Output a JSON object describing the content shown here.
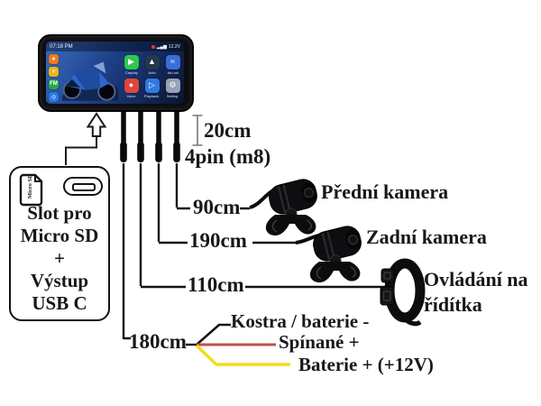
{
  "device": {
    "status": {
      "time": "07:18 PM",
      "battery": "12.2V"
    },
    "side_apps": [
      {
        "name": "launcher",
        "color": "#ef7a1a",
        "glyph": "★"
      },
      {
        "name": "brightness",
        "color": "#efb31a",
        "glyph": "☀"
      },
      {
        "name": "fm-radio",
        "color": "#28a850",
        "glyph": "FM"
      },
      {
        "name": "bluetooth",
        "color": "#2979e8",
        "glyph": "◎"
      }
    ],
    "apps": [
      {
        "label": "Carplay",
        "color": "#2ec84e",
        "glyph": "▶"
      },
      {
        "label": "Auto",
        "color": "#26364f",
        "glyph": "▲"
      },
      {
        "label": "AirLink",
        "color": "#3a6fd8",
        "glyph": "≈"
      },
      {
        "label": "Voice",
        "color": "#e0453a",
        "glyph": "●"
      },
      {
        "label": "Playback",
        "color": "#2f7be0",
        "glyph": "▷"
      },
      {
        "label": "Setting",
        "color": "#97a2b4",
        "glyph": "⚙"
      }
    ]
  },
  "cables": {
    "length_20": "20cm",
    "connector_type": "4pin (m8)",
    "front_camera_length": "90cm",
    "rear_camera_length": "190cm",
    "control_length": "110cm",
    "power_length": "180cm"
  },
  "peripherals": {
    "front_camera": "Přední kamera",
    "rear_camera": "Zadní kamera",
    "handlebar_control_line1": "Ovládání na",
    "handlebar_control_line2": "řídítka"
  },
  "power_wires": [
    {
      "label": "Kostra / baterie -",
      "color": "#141414"
    },
    {
      "label": "Spínané +",
      "color": "#c0504d"
    },
    {
      "label": "Baterie + (+12V)",
      "color": "#f2dd1b"
    }
  ],
  "sd_box": {
    "lines": [
      "Slot pro",
      "Micro SD",
      "+",
      "Výstup",
      "USB C"
    ],
    "sd_card_text": "Micro SD"
  }
}
